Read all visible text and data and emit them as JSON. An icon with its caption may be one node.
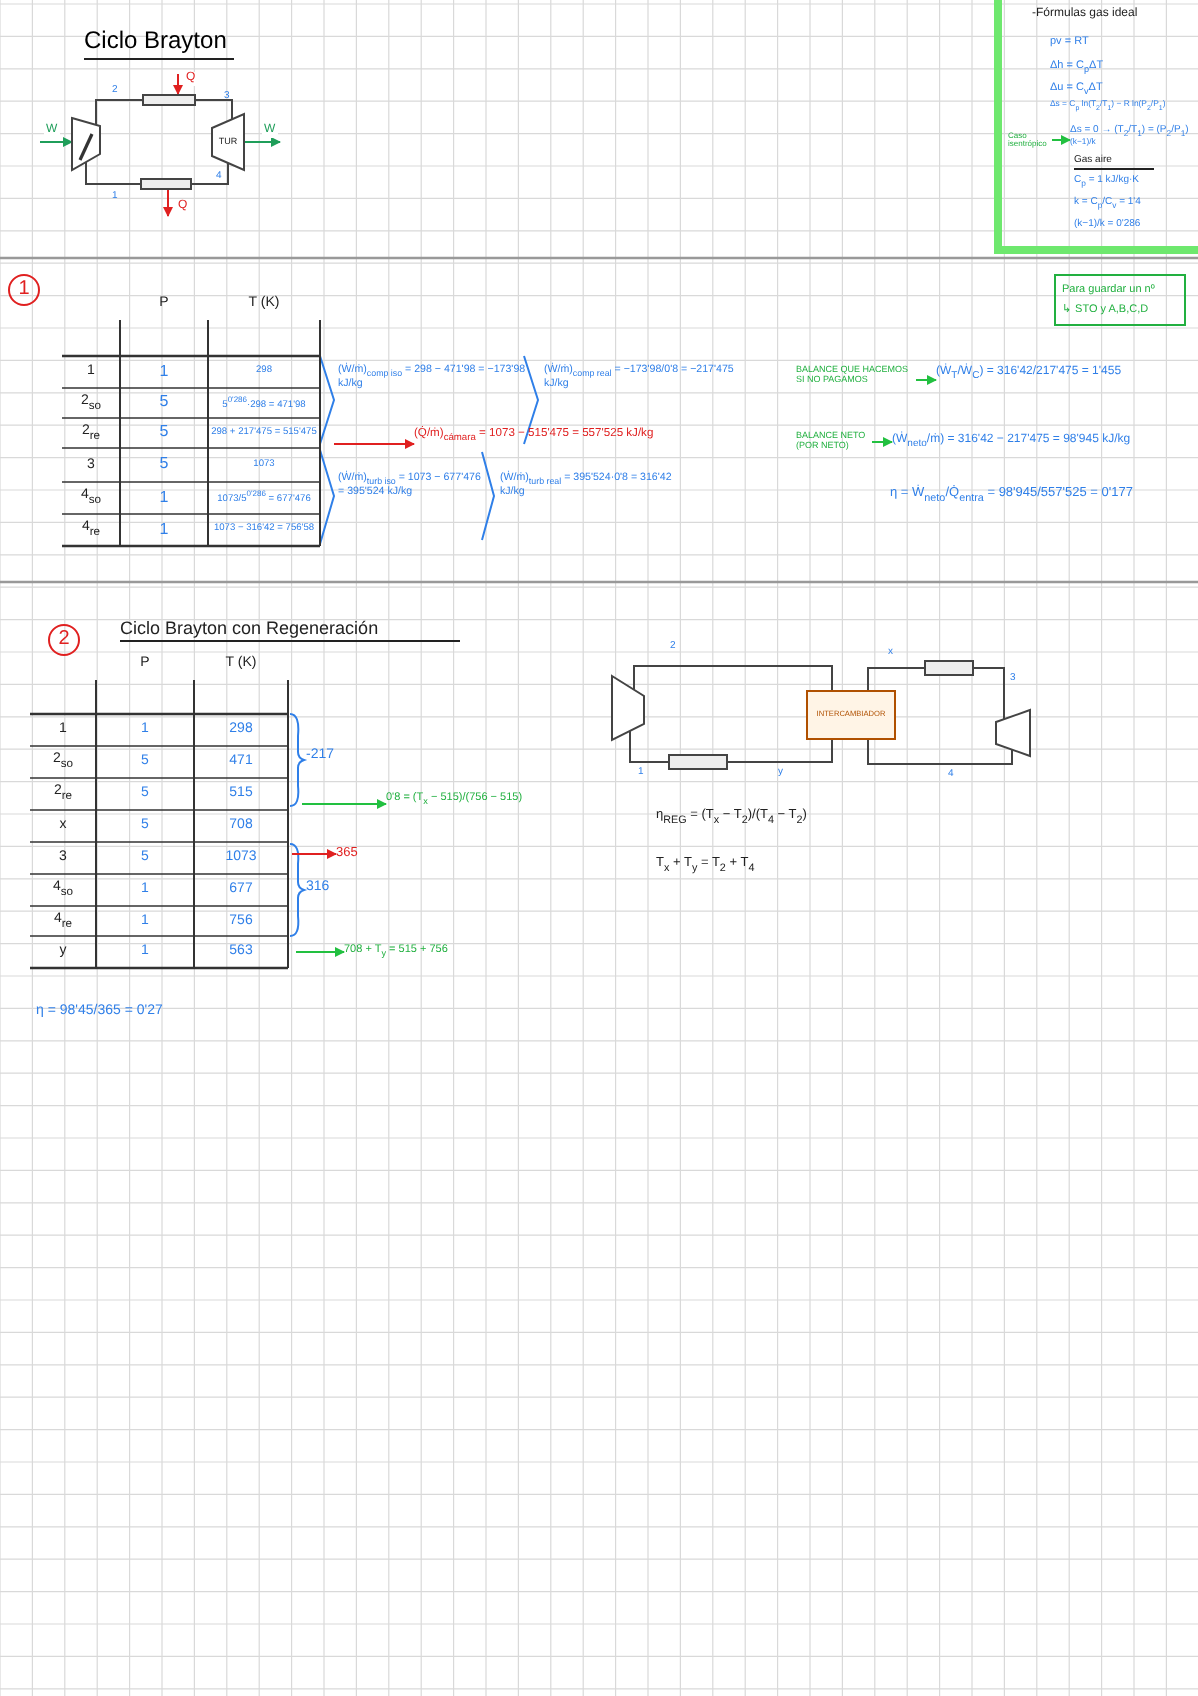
{
  "diagram": {
    "title": "Ciclo Brayton",
    "nodes": [
      {
        "text": [],
        "shape": "trapezoid"
      },
      {
        "text": [],
        "shape": "box"
      },
      {
        "text": [
          "TUR"
        ]
      },
      {
        "text": [],
        "shape": "box"
      },
      {
        "text": [
          "Caso isentrópico"
        ]
      },
      {
        "text": [
          "Δs = 0 → (T$_{2}$/T$_{1}$) = (P$_{2}$/P$_{1}$)$^{(k−1)/k}$"
        ]
      },
      {
        "text": [
          "Para guardar un nº",
          "↳ STO y A,B,C,D"
        ]
      },
      {
        "text": [
          "(Q̇/ṁ)$_{cámara}$ = 1073 − 515'475 = 557'525 kJ/kg"
        ]
      },
      {
        "text": [
          "BALANCE QUE HACEMOS SI NO PAGAMOS"
        ]
      },
      {
        "text": [
          "(Ẇ$_{T}$/Ẇ$_{C}$) = 316'42/217'475 = 1'455"
        ]
      },
      {
        "text": [
          "BALANCE NETO (POR NETO)"
        ]
      },
      {
        "text": [
          "(Ẇ$_{neto}$/ṁ) = 316'42 − 217'475 = 98'945 kJ/kg"
        ]
      },
      {
        "text": [],
        "shape": "trapezoid"
      },
      {
        "text": [],
        "shape": "box"
      },
      {
        "text": [
          "INTERCAMBIADOR"
        ]
      },
      {
        "text": [],
        "shape": "box"
      },
      {
        "text": [],
        "shape": "trapezoid"
      },
      {
        "text": [
          "0'8 = (T$_{x}$ − 515)/(756 − 515)"
        ]
      },
      {
        "text": [
          "365"
        ]
      },
      {
        "text": [
          "708 + T$_{y}$ = 515 + 756"
        ]
      }
    ],
    "edges": [
      {
        "from": 0,
        "to": 1,
        "arrow": "none"
      },
      {
        "from": 1,
        "to": 2,
        "arrow": "none"
      },
      {
        "from": 2,
        "to": 3,
        "arrow": "none"
      },
      {
        "from": 3,
        "to": 0,
        "arrow": "none"
      },
      {
        "from": null,
        "to": 0,
        "arrow": "to",
        "label": "W",
        "color": "#1f9e5a"
      },
      {
        "from": 2,
        "to": null,
        "arrow": "to",
        "label": "W",
        "color": "#1f9e5a"
      },
      {
        "from": null,
        "to": 1,
        "arrow": "to",
        "label": "Q",
        "color": "#e02020"
      },
      {
        "from": 3,
        "to": null,
        "arrow": "to",
        "label": "Q",
        "color": "#e02020"
      },
      {
        "from": 4,
        "to": 5,
        "arrow": "to",
        "color": "#22c040"
      },
      {
        "from": null,
        "to": 7,
        "arrow": "to",
        "color": "#e02020"
      },
      {
        "from": 8,
        "to": 9,
        "arrow": "to",
        "color": "#22c040"
      },
      {
        "from": 10,
        "to": 11,
        "arrow": "to",
        "color": "#22c040"
      },
      {
        "from": 12,
        "to": 14,
        "arrow": "none"
      },
      {
        "from": 14,
        "to": 15,
        "arrow": "none"
      },
      {
        "from": 15,
        "to": 16,
        "arrow": "none"
      },
      {
        "from": 16,
        "to": 14,
        "arrow": "none"
      },
      {
        "from": 14,
        "to": 13,
        "arrow": "none"
      },
      {
        "from": 13,
        "to": 12,
        "arrow": "none"
      },
      {
        "from": null,
        "to": 17,
        "arrow": "to",
        "color": "#22c040"
      },
      {
        "from": null,
        "to": 18,
        "arrow": "to",
        "color": "#e02020"
      },
      {
        "from": null,
        "to": 19,
        "arrow": "to",
        "color": "#22c040"
      }
    ],
    "labels": [
      "2",
      "3",
      "4",
      "1",
      "-Fórmulas gas ideal",
      "pv = RT",
      "Δh = C$_{p}$ΔT",
      "Δu = C$_{v}$ΔT",
      "Δs = C$_{p}$ ln(T$_{2}$/T$_{1}$) − R ln(P$_{2}$/P$_{1}$)",
      "Gas aire",
      "C$_{p}$ = 1 kJ/kg·K",
      "k = C$_{p}$/C$_{v}$ = 1'4",
      "(k−1)/k = 0'286",
      "1",
      "P",
      "T (K)",
      "1",
      "1",
      "298",
      "2$_{so}$",
      "5",
      "5$^{0'286}$·298 = 471'98",
      "2$_{re}$",
      "5",
      "298 + 217'475 = 515'475",
      "3",
      "5",
      "1073",
      "4$_{so}$",
      "1",
      "1073/5$^{0'286}$ = 677'476",
      "4$_{re}$",
      "1",
      "1073 − 316'42 = 756'58",
      "(Ẇ/ṁ)$_{comp iso}$ = 298 − 471'98 = −173'98 kJ/kg",
      "(Ẇ/ṁ)$_{comp real}$ = −173'98/0'8 = −217'475 kJ/kg",
      "(Ẇ/ṁ)$_{turb iso}$ = 1073 − 677'476 = 395'524 kJ/kg",
      "(Ẇ/ṁ)$_{turb real}$ = 395'524·0'8 = 316'42 kJ/kg",
      "η = Ẇ$_{neto}$/Q̇$_{entra}$ = 98'945/557'525 = 0'177",
      "2",
      "Ciclo Brayton con Regeneración",
      "P",
      "T (K)",
      "1",
      "1",
      "298",
      "2$_{so}$",
      "5",
      "471",
      "2$_{re}$",
      "5",
      "515",
      "x",
      "5",
      "708",
      "3",
      "5",
      "1073",
      "4$_{so}$",
      "1",
      "677",
      "4$_{re}$",
      "1",
      "756",
      "y",
      "1",
      "563",
      "-217",
      "316",
      "η = 98'45/365 = 0'27",
      "2",
      "x",
      "3",
      "1",
      "y",
      "4",
      "η$_{REG}$ = (T$_{x}$ − T$_{2}$)/(T$_{4}$ − T$_{2}$)",
      "T$_{x}$ + T$_{y}$ = T$_{2}$ + T$_{4}$"
    ]
  }
}
